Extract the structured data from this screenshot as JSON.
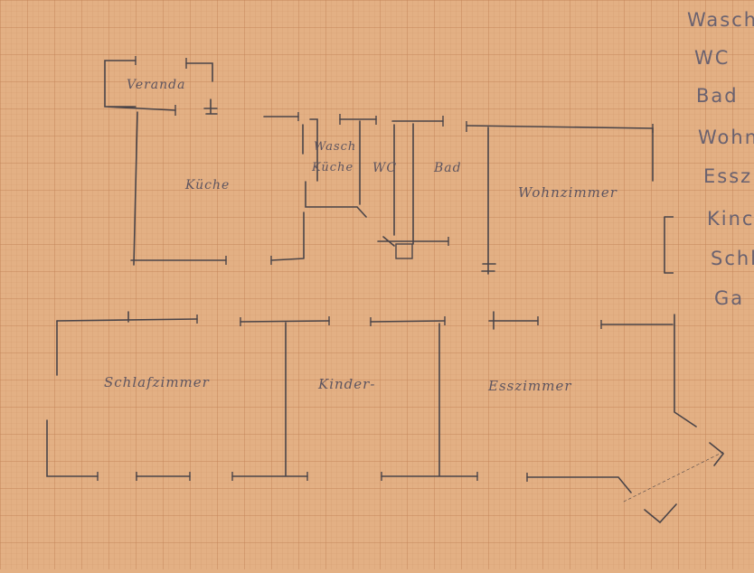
{
  "rooms": {
    "veranda": "Veranda",
    "kueche": "Küche",
    "waschkueche_1": "Wasch",
    "waschkueche_2": "Küche",
    "wc": "WC",
    "bad": "Bad",
    "wohnzimmer": "Wohnzimmer",
    "schlafzimmer": "Schlafzimmer",
    "kinder": "Kinder-",
    "esszimmer": "Esszimmer"
  },
  "legend": [
    "WaschK",
    "WC",
    "Bad",
    "Wohn",
    "Essz",
    "Kinc",
    "Schl",
    "Ga"
  ],
  "colors": {
    "paper": "#e3b084",
    "grid_fine": "#d6a074",
    "grid_major": "#c98a5e",
    "pencil": "#4a4448"
  }
}
